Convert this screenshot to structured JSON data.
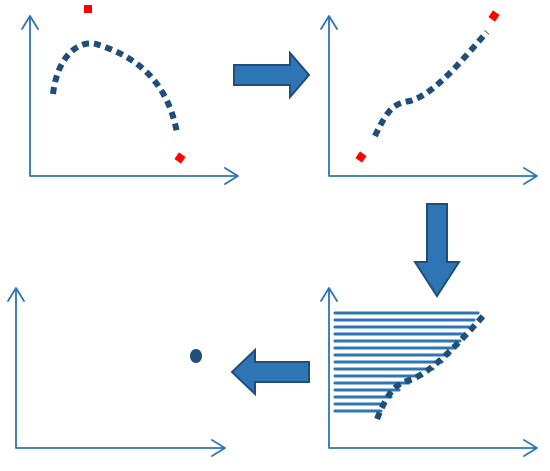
{
  "diagram": {
    "panels": [
      "top-left",
      "top-right",
      "bottom-right",
      "bottom-left"
    ],
    "flow": [
      "top-left",
      "top-right",
      "bottom-right",
      "bottom-left"
    ]
  },
  "colors": {
    "axis": "#2e75b6",
    "curve": "#1f4e79",
    "marker": "#ff0000",
    "hatch": "#2e75b6",
    "arrow_fill": "#2e75b6",
    "arrow_stroke": "#1f4e79",
    "point": "#1f4e79"
  },
  "icons": {
    "flow_arrow": "block-arrow-icon"
  }
}
